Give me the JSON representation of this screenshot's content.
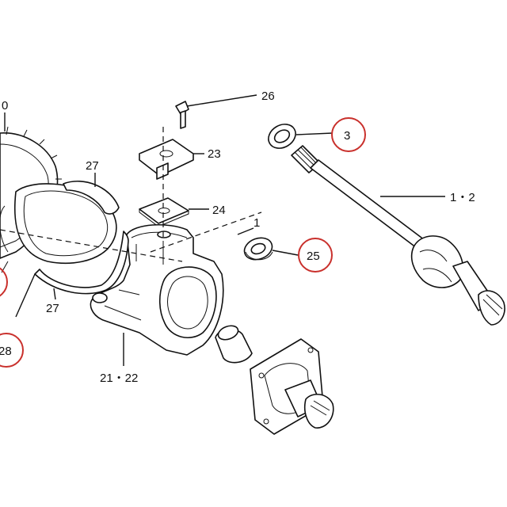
{
  "labels": {
    "l_26": "26",
    "l_3": "3",
    "l_23": "23",
    "l_27_top": "27",
    "l_24": "24",
    "l_1_2": "1・2",
    "l_1": "1",
    "l_25": "25",
    "l_27_bottom": "27",
    "l_28": "28",
    "l_21_22": "21・22",
    "l_0": "0"
  },
  "highlight_color": "#c9302c"
}
